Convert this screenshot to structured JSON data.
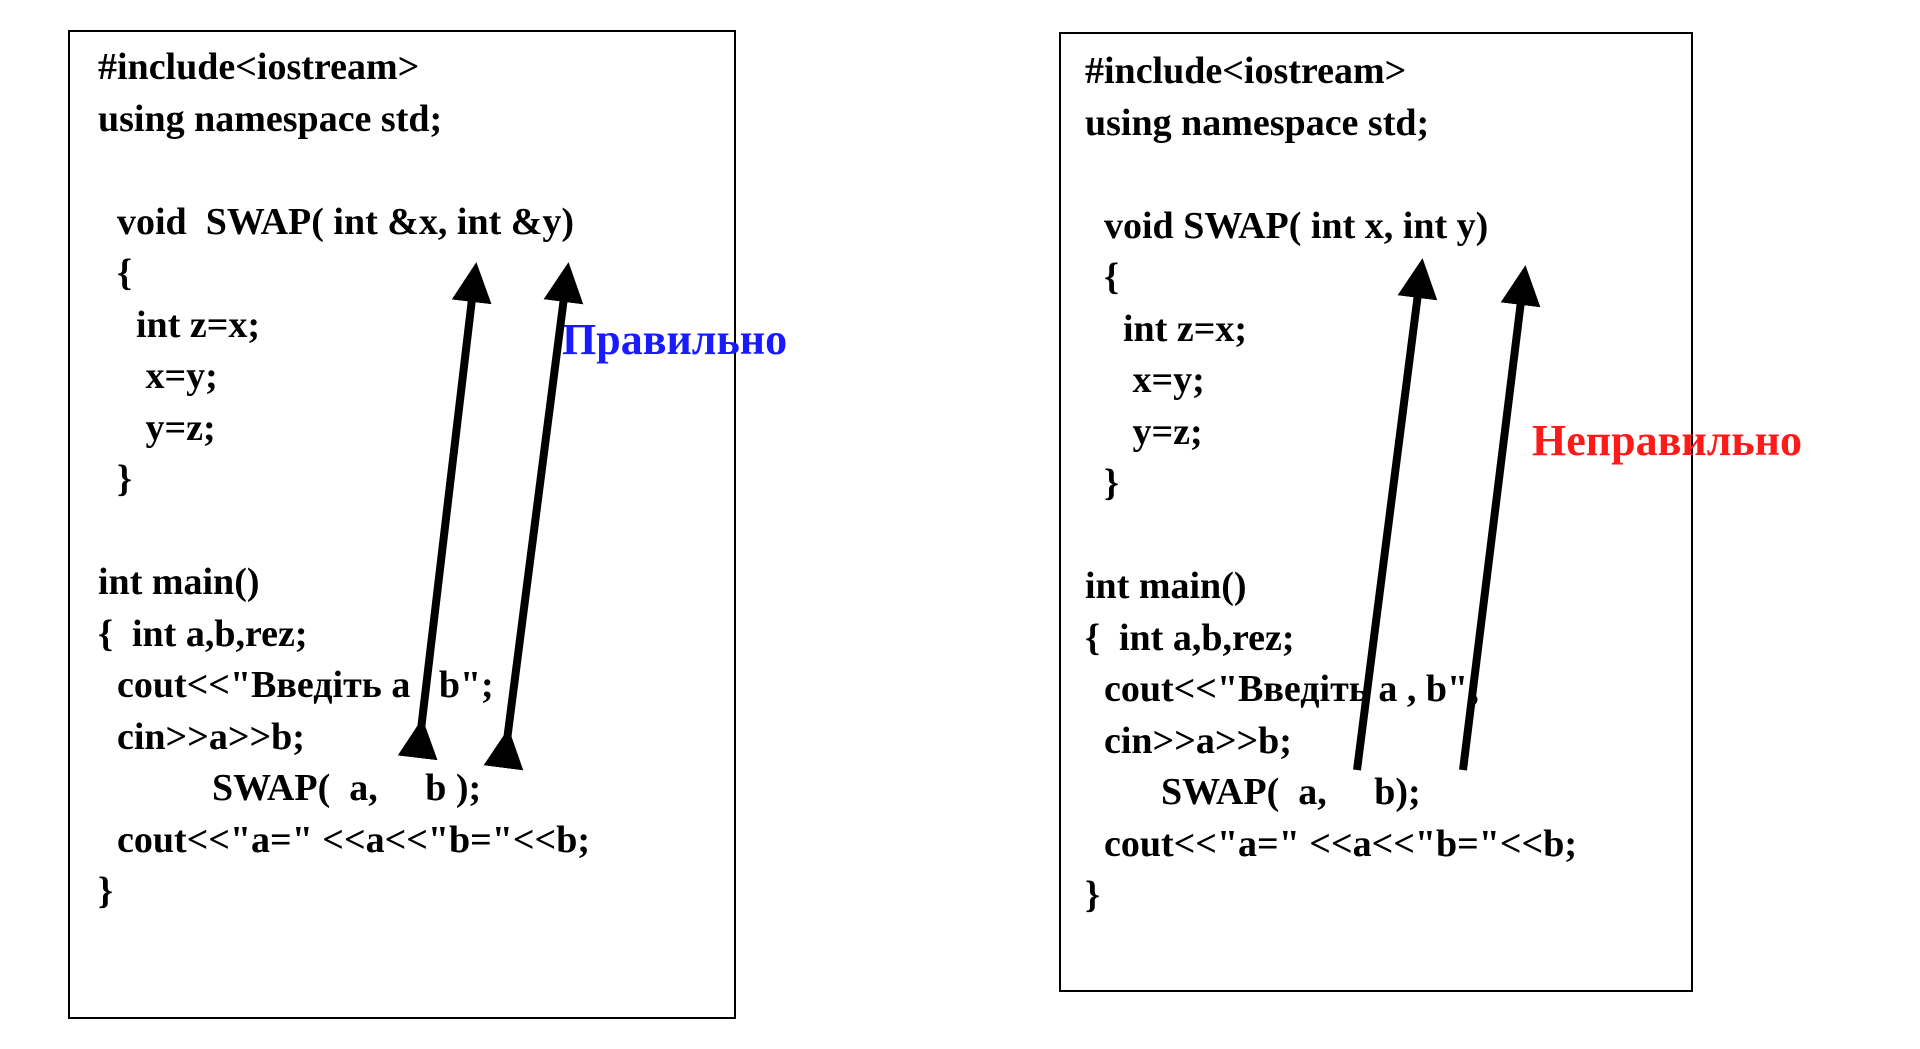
{
  "colors": {
    "correct": "#1a1aff",
    "incorrect": "#ff1a1a",
    "arrow": "#000000",
    "border": "#000000"
  },
  "left": {
    "code_lines": [
      "#include<iostream>",
      "using namespace std;",
      "",
      "  void  SWAP( int &x, int &y)",
      "  {",
      "    int z=x;",
      "     x=y;",
      "     y=z;",
      "  }",
      "",
      "int main()",
      "{  int a,b,rez;",
      "  cout<<\"Введіть a , b\";",
      "  cin>>a>>b;",
      "            SWAP(  a,     b );",
      "  cout<<\"a=\" <<a<<\"b=\"<<b;",
      "}"
    ],
    "verdict": "Правильно",
    "arrow_direction": "both"
  },
  "right": {
    "code_lines": [
      "#include<iostream>",
      "using namespace std;",
      "",
      "  void SWAP( int x, int y)",
      "  {",
      "    int z=x;",
      "     x=y;",
      "     y=z;",
      "  }",
      "",
      "int main()",
      "{  int a,b,rez;",
      "  cout<<\"Введіть a , b\";",
      "  cin>>a>>b;",
      "        SWAP(  a,     b);",
      "  cout<<\"a=\" <<a<<\"b=\"<<b;",
      "}"
    ],
    "verdict": "Неправильно",
    "arrow_direction": "one-way"
  }
}
